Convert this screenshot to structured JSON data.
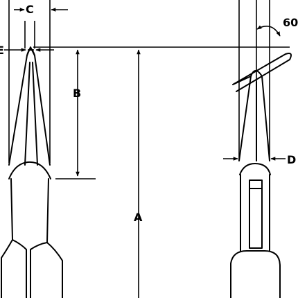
{
  "labels": {
    "a": "A",
    "b": "B",
    "c": "C",
    "d": "D",
    "e": "E",
    "angle": "60"
  },
  "colors": {
    "line": "#000000",
    "background": "#ffffff"
  },
  "icons": {
    "dimension_arrow": "arrowhead"
  }
}
